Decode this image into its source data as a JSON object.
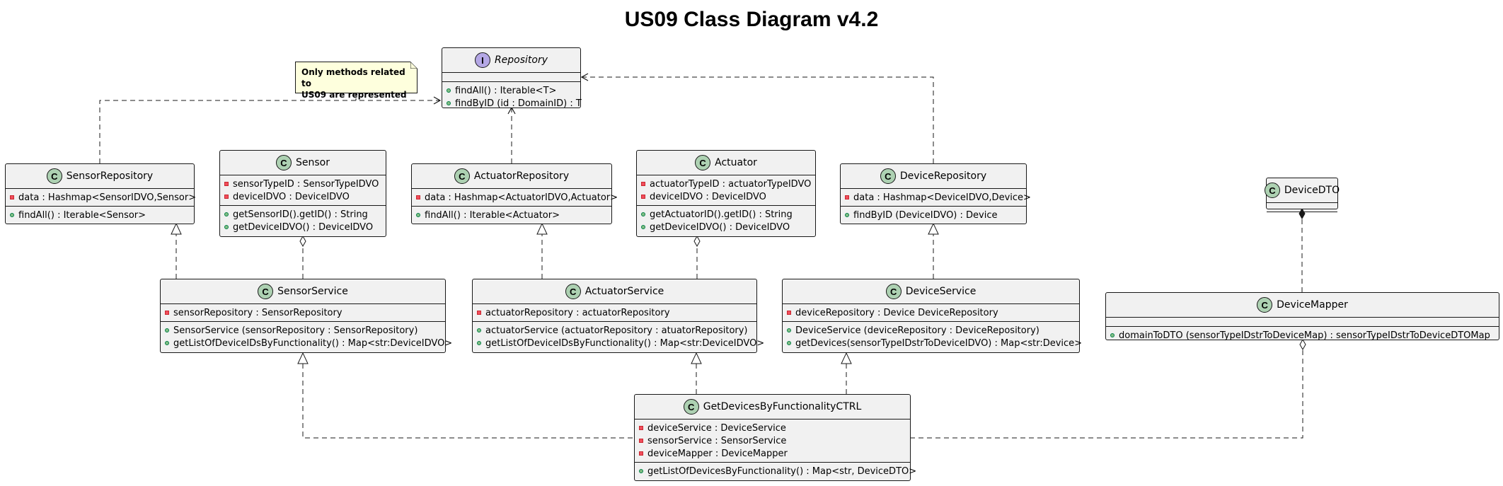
{
  "diagram": {
    "title": "US09 Class Diagram v4.2",
    "note": [
      "Only methods related to",
      "US09 are represented"
    ],
    "classes": {
      "repository": {
        "kind": "I",
        "name": "Repository",
        "fields": [],
        "methods": [
          "findAll() : Iterable<T>",
          "findByID (id : DomainID) : T"
        ]
      },
      "sensor_repository": {
        "kind": "C",
        "name": "SensorRepository",
        "fields": [
          "data : Hashmap<SensorIDVO,Sensor>"
        ],
        "methods": [
          "findAll() : Iterable<Sensor>"
        ]
      },
      "sensor": {
        "kind": "C",
        "name": "Sensor",
        "fields": [
          "sensorTypeID : SensorTypeIDVO",
          "deviceIDVO : DeviceIDVO"
        ],
        "methods": [
          "getSensorID().getID() : String",
          "getDeviceIDVO() : DeviceIDVO"
        ]
      },
      "actuator_repository": {
        "kind": "C",
        "name": "ActuatorRepository",
        "fields": [
          "data : Hashmap<ActuatorIDVO,Actuator>"
        ],
        "methods": [
          "findAll() : Iterable<Actuator>"
        ]
      },
      "actuator": {
        "kind": "C",
        "name": "Actuator",
        "fields": [
          "actuatorTypeID : actuatorTypeIDVO",
          "deviceIDVO : DeviceIDVO"
        ],
        "methods": [
          "getActuatorID().getID() : String",
          "getDeviceIDVO() : DeviceIDVO"
        ]
      },
      "device_repository": {
        "kind": "C",
        "name": "DeviceRepository",
        "fields": [
          "data : Hashmap<DeviceIDVO,Device>"
        ],
        "methods": [
          "findByID (DeviceIDVO) : Device"
        ]
      },
      "device_dto": {
        "kind": "C",
        "name": "DeviceDTO",
        "fields": [],
        "methods": []
      },
      "sensor_service": {
        "kind": "C",
        "name": "SensorService",
        "fields": [
          "sensorRepository : SensorRepository"
        ],
        "methods": [
          "SensorService (sensorRepository : SensorRepository)",
          "getListOfDeviceIDsByFunctionality() : Map<str:DeviceIDVO>"
        ]
      },
      "actuator_service": {
        "kind": "C",
        "name": "ActuatorService",
        "fields": [
          "actuatorRepository : actuatorRepository"
        ],
        "methods": [
          "actuatorService (actuatorRepository : atuatorRepository)",
          "getListOfDeviceIDsByFunctionality() : Map<str:DeviceIDVO>"
        ]
      },
      "device_service": {
        "kind": "C",
        "name": "DeviceService",
        "fields": [
          "deviceRepository : Device DeviceRepository"
        ],
        "methods": [
          "DeviceService (deviceRepository : DeviceRepository)",
          "getDevices(sensorTypeIDstrToDeviceIDVO) : Map<str:Device>"
        ]
      },
      "device_mapper": {
        "kind": "C",
        "name": "DeviceMapper",
        "fields": [],
        "methods": [
          "domainToDTO (sensorTypeIDstrToDeviceMap) : sensorTypeIDstrToDeviceDTOMap"
        ]
      },
      "ctrl": {
        "kind": "C",
        "name": "GetDevicesByFunctionalityCTRL",
        "fields": [
          "deviceService : DeviceService",
          "sensorService : SensorService",
          "deviceMapper : DeviceMapper"
        ],
        "methods": [
          "getListOfDevicesByFunctionality() : Map<str, DeviceDTO>"
        ]
      }
    }
  }
}
